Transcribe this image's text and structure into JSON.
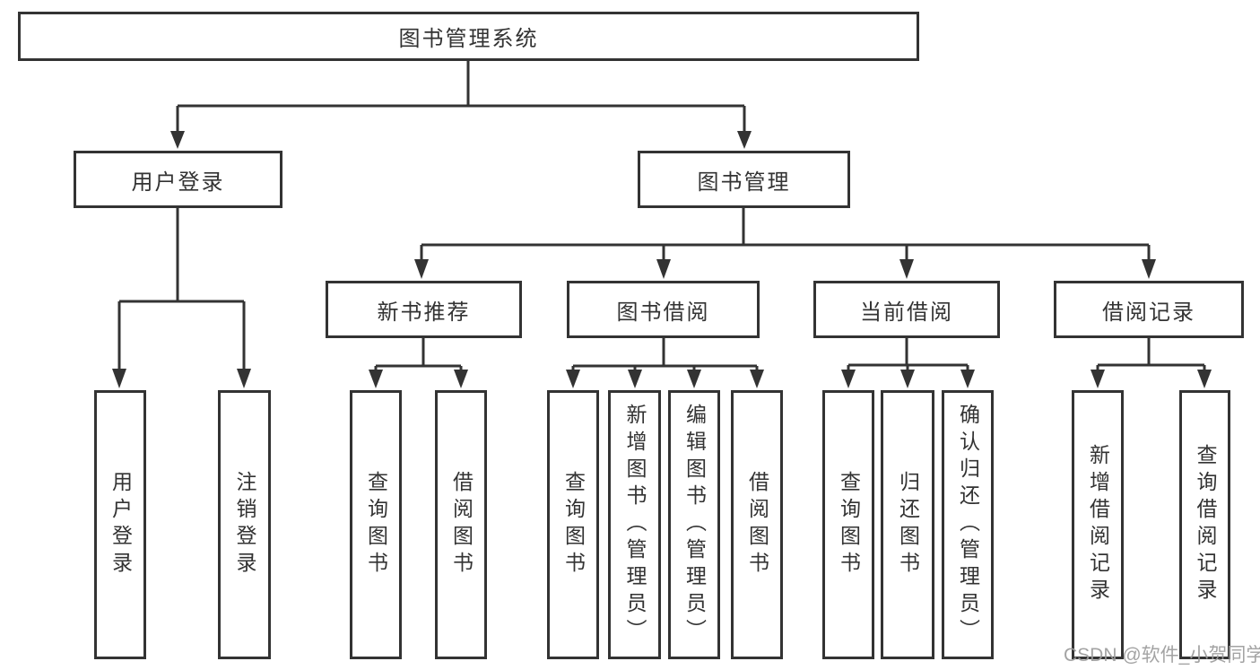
{
  "tree": {
    "label": "图书管理系统",
    "children": [
      {
        "label": "用户登录",
        "children": [
          {
            "label": "用户登录"
          },
          {
            "label": "注销登录"
          }
        ]
      },
      {
        "label": "图书管理",
        "children": [
          {
            "label": "新书推荐",
            "children": [
              {
                "label": "查询图书"
              },
              {
                "label": "借阅图书"
              }
            ]
          },
          {
            "label": "图书借阅",
            "children": [
              {
                "label": "查询图书"
              },
              {
                "label": "新增图书（管理员）"
              },
              {
                "label": "编辑图书（管理员）"
              },
              {
                "label": "借阅图书"
              }
            ]
          },
          {
            "label": "当前借阅",
            "children": [
              {
                "label": "查询图书"
              },
              {
                "label": "归还图书"
              },
              {
                "label": "确认归还（管理员）"
              }
            ]
          },
          {
            "label": "借阅记录",
            "children": [
              {
                "label": "新增借阅记录"
              },
              {
                "label": "查询借阅记录"
              }
            ]
          }
        ]
      }
    ]
  },
  "watermark": {
    "text": "CSDN @软件_小贺同学",
    "color": "#9c9c9c"
  },
  "colors": {
    "line": "#333333",
    "background": "#ffffff",
    "text": "#333333"
  }
}
